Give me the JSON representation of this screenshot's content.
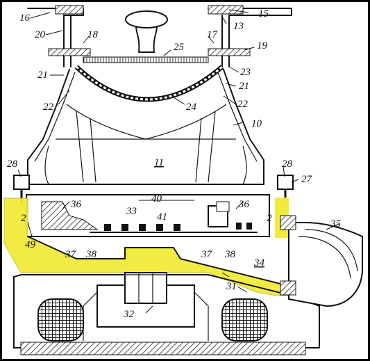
{
  "figure": {
    "highlight_color": "#f2ea3a",
    "labels": [
      {
        "id": "16",
        "text": "16"
      },
      {
        "id": "15",
        "text": "15"
      },
      {
        "id": "13",
        "text": "13"
      },
      {
        "id": "20",
        "text": "20"
      },
      {
        "id": "18",
        "text": "18"
      },
      {
        "id": "17",
        "text": "17"
      },
      {
        "id": "19",
        "text": "19"
      },
      {
        "id": "25",
        "text": "25"
      },
      {
        "id": "21l",
        "text": "21"
      },
      {
        "id": "23",
        "text": "23"
      },
      {
        "id": "21r",
        "text": "21"
      },
      {
        "id": "22l",
        "text": "22"
      },
      {
        "id": "24",
        "text": "24"
      },
      {
        "id": "22r",
        "text": "22"
      },
      {
        "id": "10",
        "text": "10"
      },
      {
        "id": "11",
        "text": "11"
      },
      {
        "id": "28l",
        "text": "28"
      },
      {
        "id": "28r",
        "text": "28"
      },
      {
        "id": "27",
        "text": "27"
      },
      {
        "id": "40",
        "text": "40"
      },
      {
        "id": "36l",
        "text": "36"
      },
      {
        "id": "33",
        "text": "33"
      },
      {
        "id": "41",
        "text": "41"
      },
      {
        "id": "36r",
        "text": "36"
      },
      {
        "id": "35",
        "text": "35"
      },
      {
        "id": "2l",
        "text": "2"
      },
      {
        "id": "2r",
        "text": "2"
      },
      {
        "id": "49",
        "text": "49"
      },
      {
        "id": "37l",
        "text": "37"
      },
      {
        "id": "38l",
        "text": "38"
      },
      {
        "id": "37r",
        "text": "37"
      },
      {
        "id": "38r",
        "text": "38"
      },
      {
        "id": "34",
        "text": "34"
      },
      {
        "id": "31",
        "text": "31"
      },
      {
        "id": "32",
        "text": "32"
      }
    ]
  }
}
